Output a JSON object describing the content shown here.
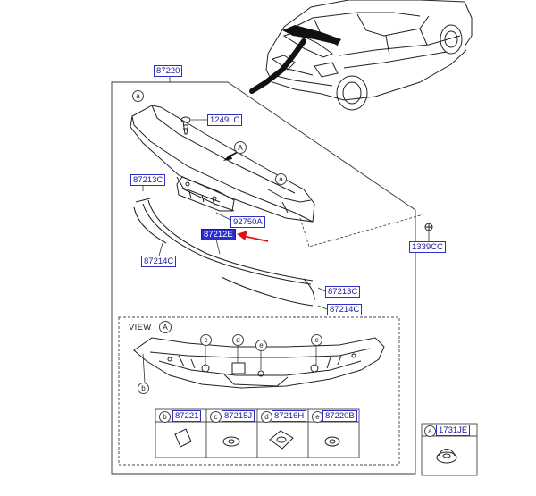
{
  "parts": {
    "p87220": "87220",
    "p1249LC": "1249LC",
    "p87213C_top": "87213C",
    "p92750A": "92750A",
    "p87212E": "87212E",
    "p1339CC": "1339CC",
    "p87214C_left": "87214C",
    "p87213C_right": "87213C",
    "p87214C_right": "87214C"
  },
  "callouts": {
    "a_top": "a",
    "a_right": "a",
    "view_ref": "A",
    "view_c1": "c",
    "view_d": "d",
    "view_e": "e",
    "view_c2": "c",
    "view_b": "b"
  },
  "view": {
    "label": "VIEW",
    "ref": "A"
  },
  "table": [
    {
      "letter": "b",
      "part": "87221"
    },
    {
      "letter": "c",
      "part": "87215J"
    },
    {
      "letter": "d",
      "part": "87216H"
    },
    {
      "letter": "e",
      "part": "87220B"
    }
  ],
  "side_table": {
    "letter": "a",
    "part": "1731JE"
  },
  "colors": {
    "label_border": "#3030c0",
    "label_text": "#1a1aa0",
    "selected_fill": "#2c2ccf",
    "arrow": "#e01010"
  }
}
